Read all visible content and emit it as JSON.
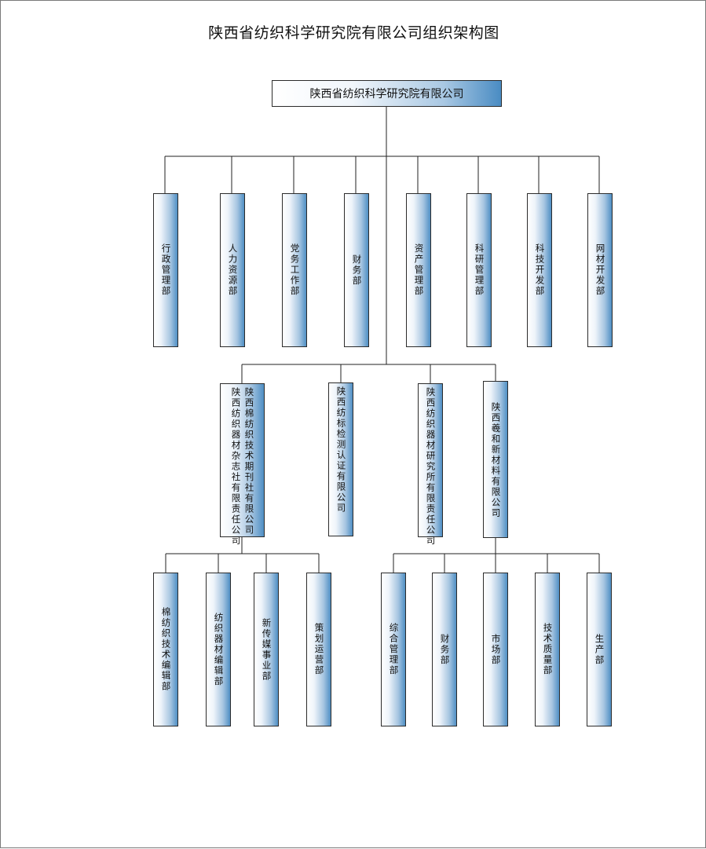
{
  "title": "陕西省纺织科学研究院有限公司组织架构图",
  "root": "陕西省纺织科学研究院有限公司",
  "departments": [
    "行政管理部",
    "人力资源部",
    "党务工作部",
    "财务部",
    "资产管理部",
    "科研管理部",
    "科技开发部",
    "网材开发部"
  ],
  "companies": {
    "journal": [
      "陕西纺织器材杂志社有限责任公司",
      "陕西棉纺织技术期刊社有限公司"
    ],
    "testing": "陕西纺标检测认证有限公司",
    "equipment": "陕西纺织器材研究所有限责任公司",
    "newmaterial": "陕西羲和新材料有限公司"
  },
  "journal_departments": [
    "棉纺织技术编辑部",
    "纺织器材编辑部",
    "新传媒事业部",
    "策划运营部"
  ],
  "newmaterial_departments": [
    "综合管理部",
    "财务部",
    "市场部",
    "技术质量部",
    "生产部"
  ],
  "colors": {
    "gradient_light": "#ffffff",
    "gradient_dark": "#4f8fc4",
    "line": "#222222"
  }
}
